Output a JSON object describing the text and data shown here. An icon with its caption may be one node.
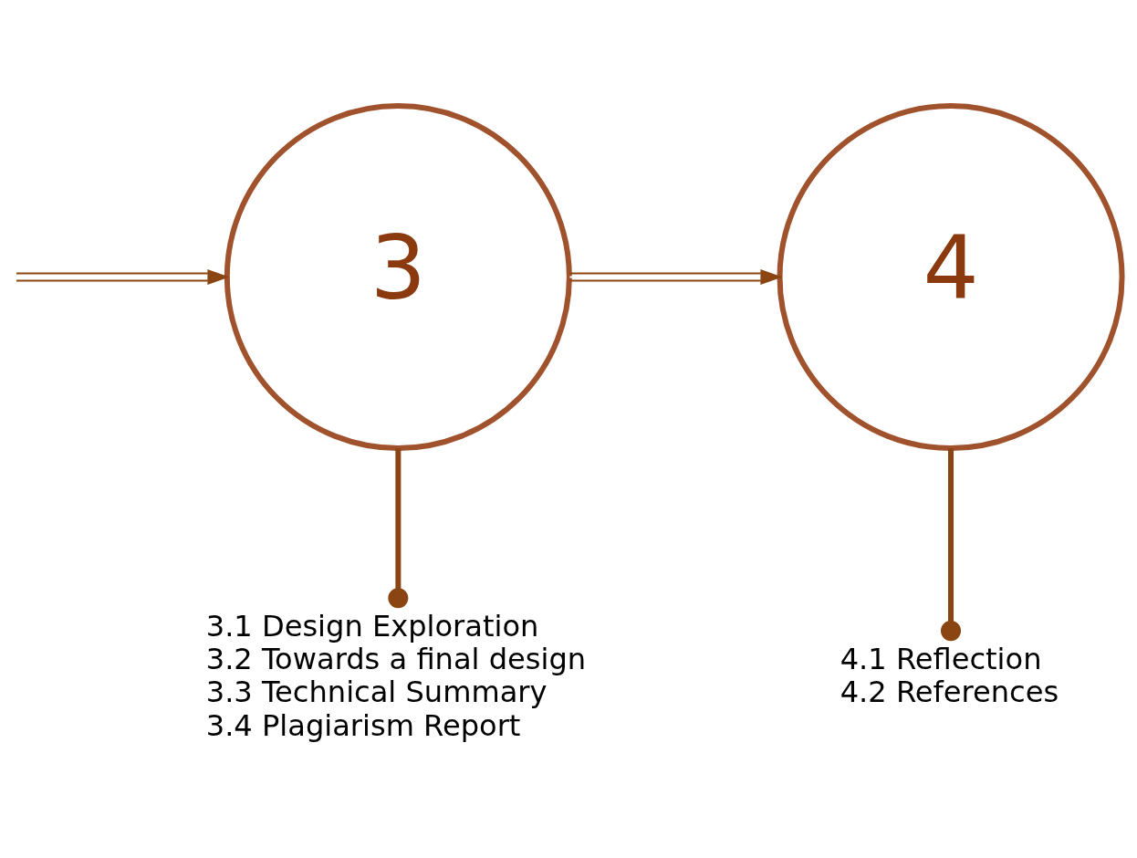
{
  "diagram": {
    "nodes": [
      {
        "text": [
          "3"
        ]
      },
      {
        "text": [
          "3.1 Design Exploration",
          "3.2 Towards a final design",
          "3.3 Technical Summary",
          "3.4 Plagiarism Report"
        ]
      },
      {
        "text": [
          "4"
        ]
      },
      {
        "text": [
          "4.1 Reflection",
          "4.2 References"
        ]
      }
    ],
    "edges": [
      {
        "from": null,
        "to": 0,
        "arrow": "to",
        "color": "#8b4513"
      },
      {
        "from": 0,
        "to": 1,
        "arrow": "other",
        "style": "thick",
        "color": "#8b4513"
      },
      {
        "from": 0,
        "to": 2,
        "arrow": "to",
        "color": "#8b4513"
      },
      {
        "from": 2,
        "to": 3,
        "arrow": "other",
        "style": "thick",
        "color": "#8b4513"
      }
    ]
  }
}
